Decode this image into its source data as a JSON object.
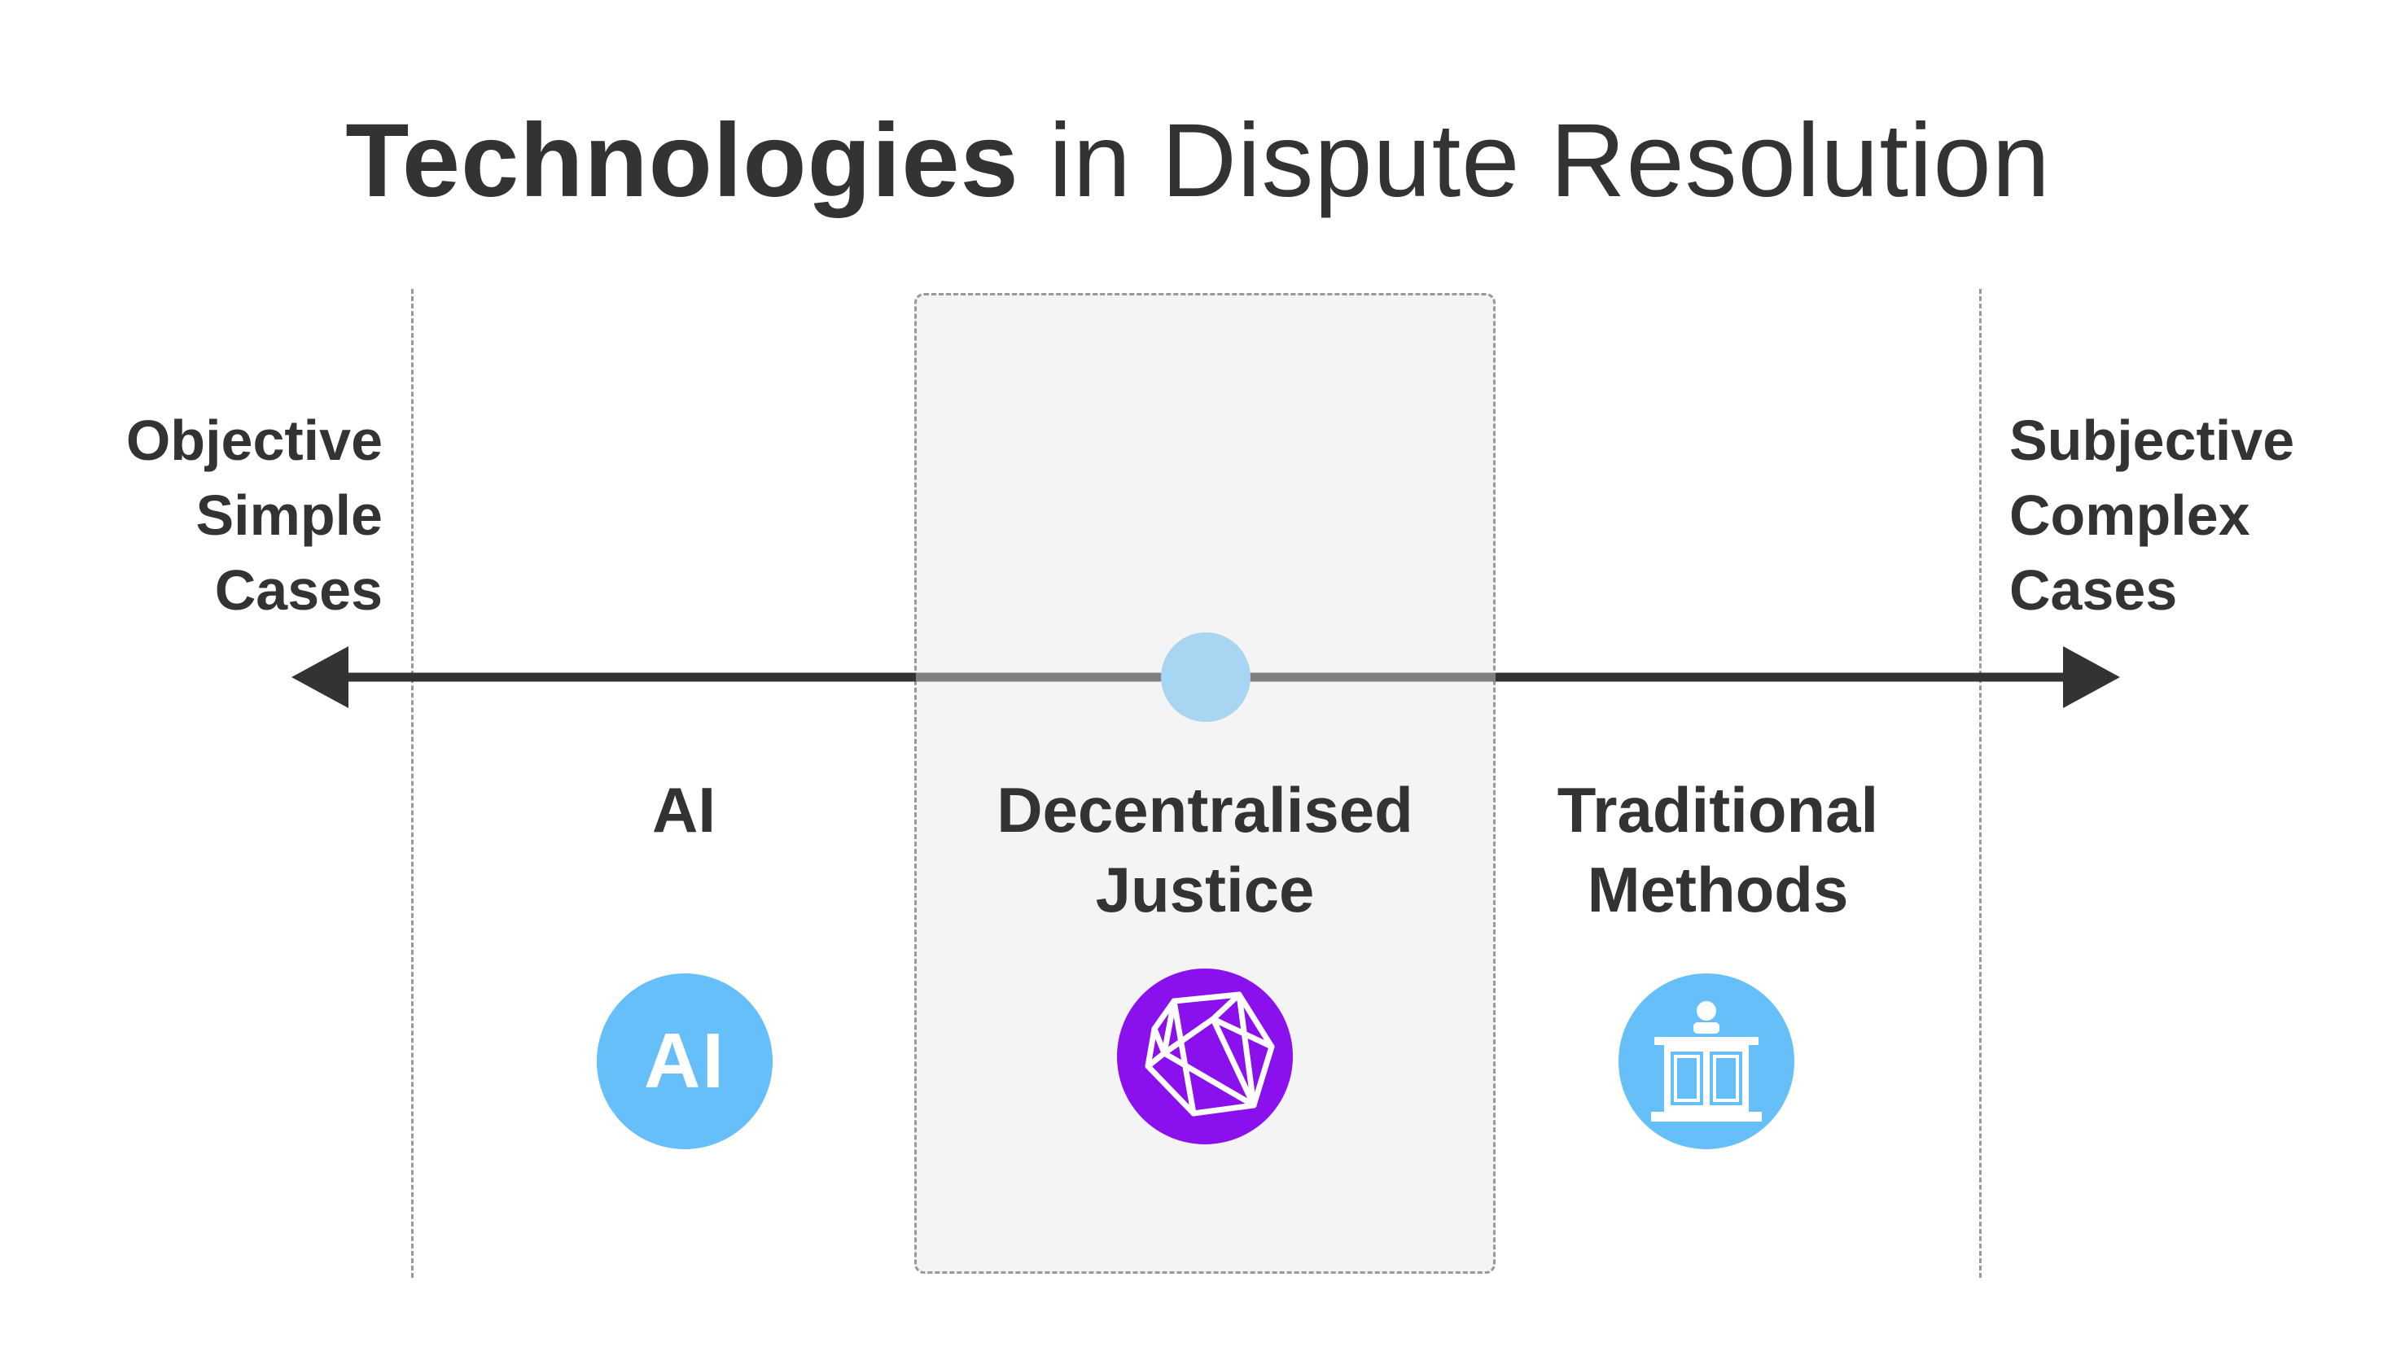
{
  "title": {
    "bold": "Technologies",
    "normal": "in Dispute Resolution"
  },
  "left_end": {
    "lines": [
      "Objective",
      "Simple",
      "Cases"
    ]
  },
  "right_end": {
    "lines": [
      "Subjective",
      "Complex",
      "Cases"
    ]
  },
  "categories": [
    {
      "lines": [
        "AI"
      ],
      "icon": "ai-icon",
      "icon_text": "AI",
      "icon_color": "#66bff9"
    },
    {
      "lines": [
        "Decentralised",
        "Justice"
      ],
      "icon": "polyhedron-icon",
      "icon_color": "#8b10ee"
    },
    {
      "lines": [
        "Traditional",
        "Methods"
      ],
      "icon": "courtroom-icon",
      "icon_color": "#66bff9"
    }
  ],
  "colors": {
    "text": "#333333",
    "axis": "#333333",
    "axis_highlight": "#808080",
    "marker": "#a8d6f2",
    "highlight_background": "#f4f4f4"
  }
}
